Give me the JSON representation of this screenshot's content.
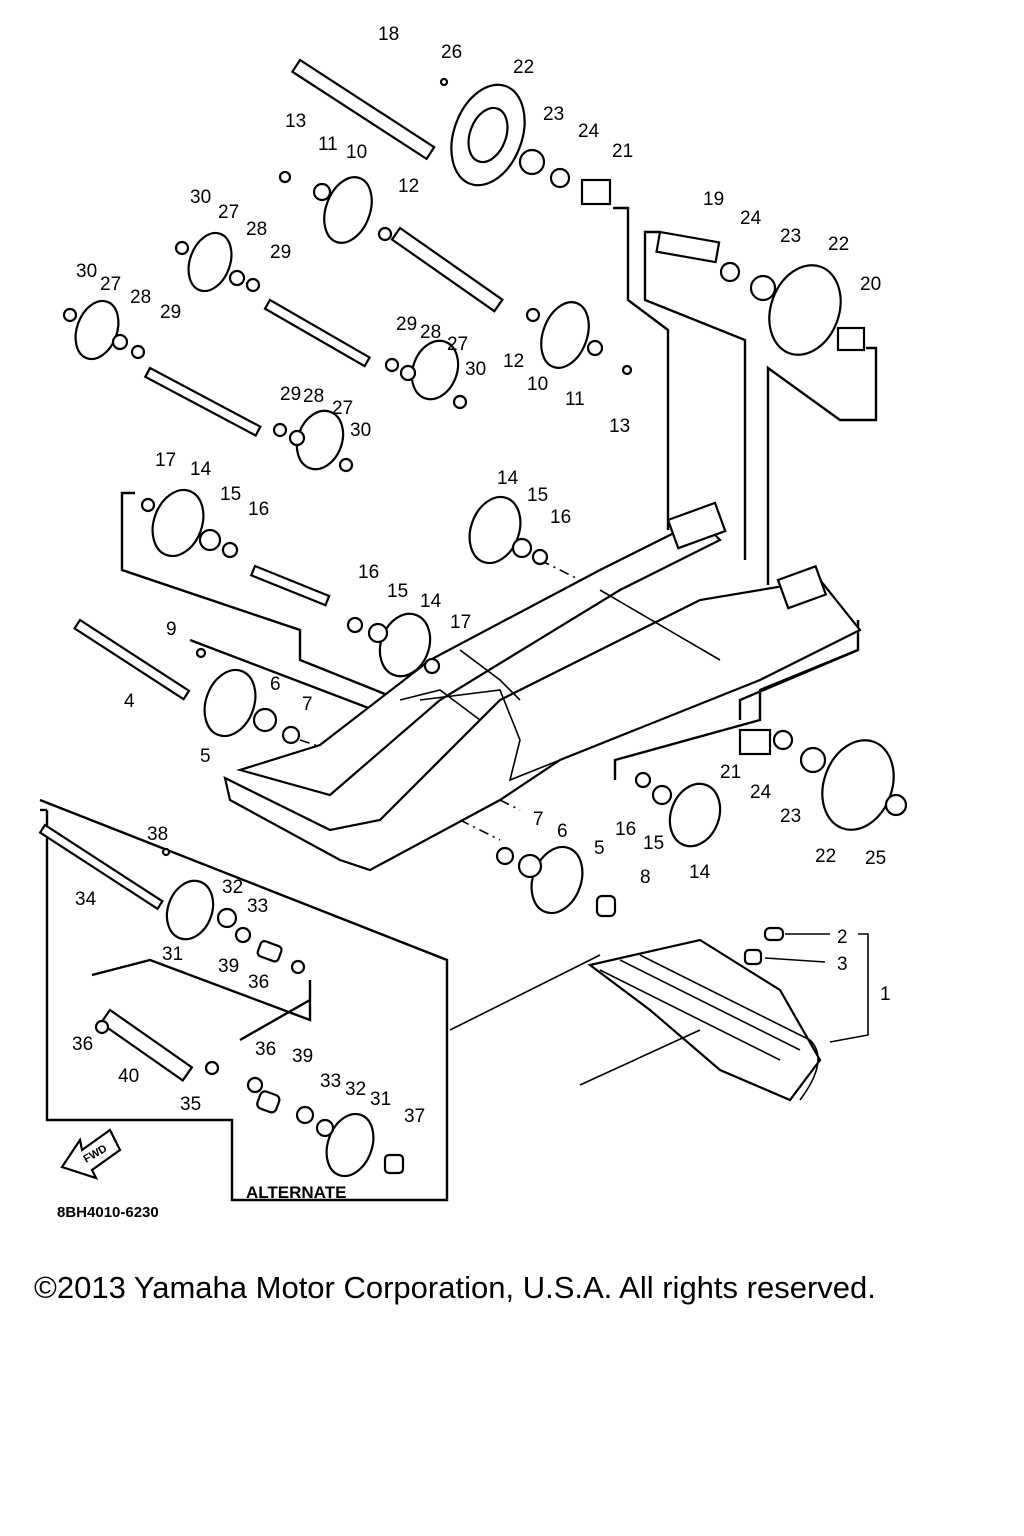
{
  "diagram": {
    "part_numbers": [
      "1",
      "2",
      "3",
      "4",
      "5",
      "6",
      "7",
      "8",
      "9",
      "10",
      "11",
      "12",
      "13",
      "14",
      "15",
      "16",
      "17",
      "18",
      "19",
      "20",
      "21",
      "22",
      "23",
      "24",
      "25",
      "26",
      "27",
      "28",
      "29",
      "30",
      "31",
      "32",
      "33",
      "34",
      "35",
      "36",
      "37",
      "38",
      "39",
      "40"
    ],
    "alternate_caption": "ALTERNATE",
    "drawing_code": "8BH4010-6230",
    "fwd_arrow_label": "FWD"
  },
  "footer": {
    "copyright": "©2013 Yamaha Motor Corporation, U.S.A. All rights reserved."
  }
}
